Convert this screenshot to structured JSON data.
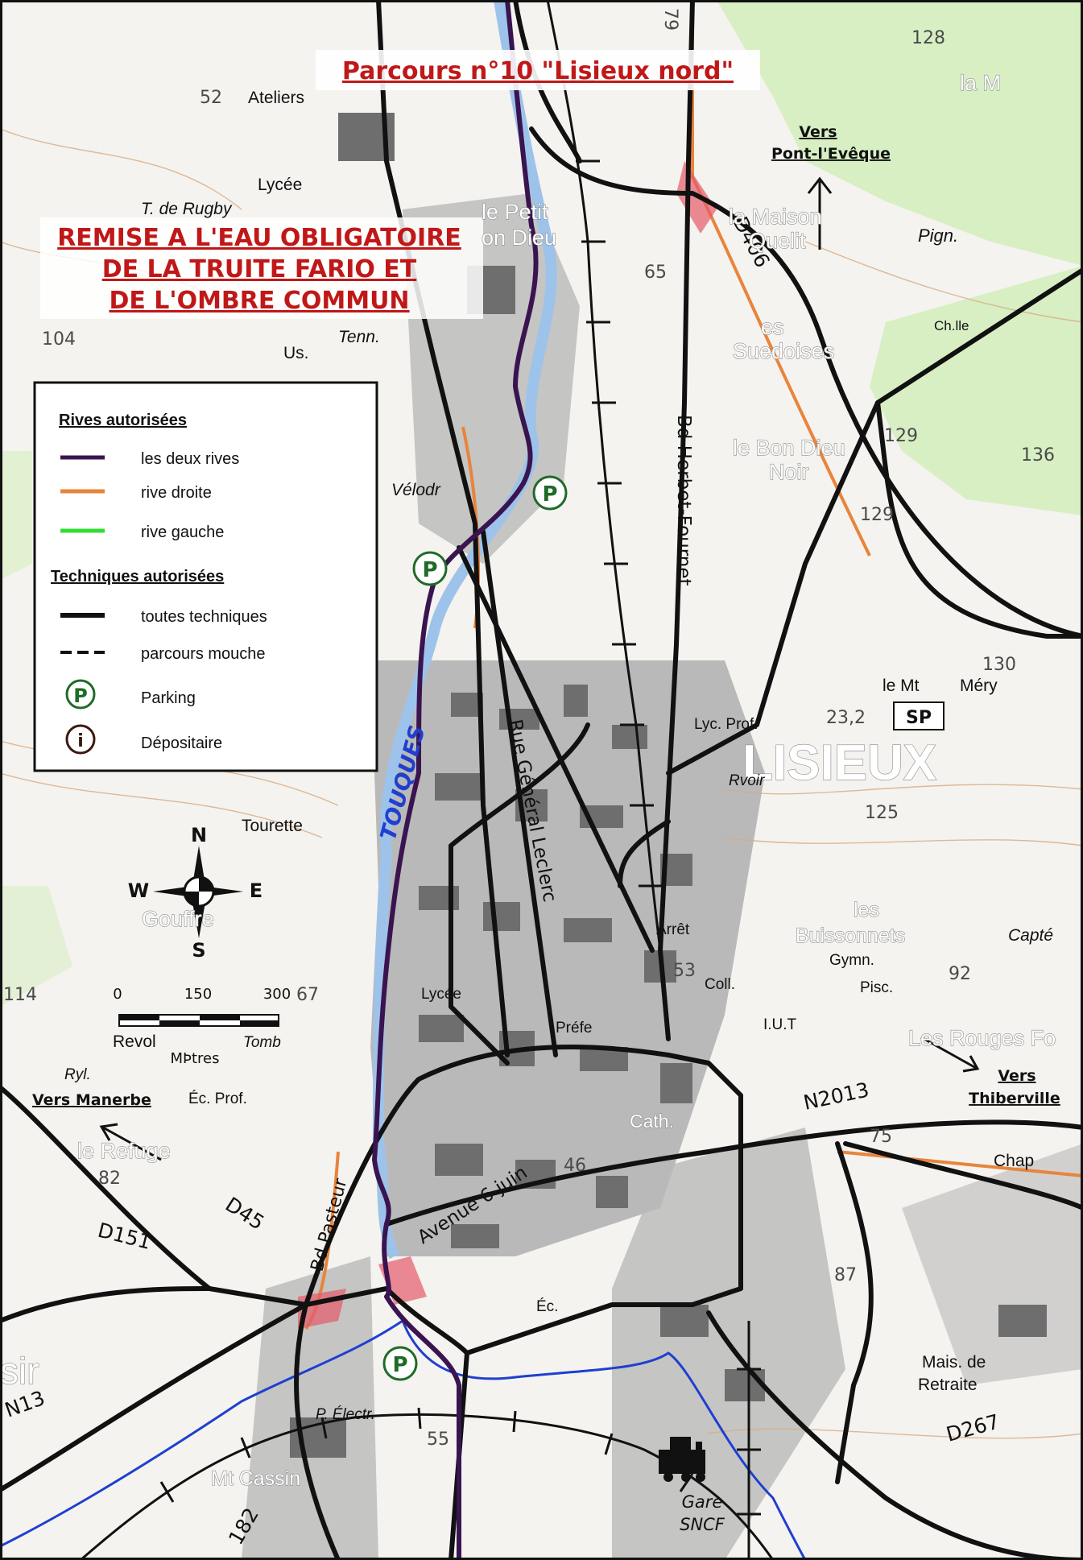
{
  "title": "Parcours n°10 \"Lisieux nord\"",
  "warning": {
    "line1": "REMISE A L'EAU OBLIGATOIRE",
    "line2": "DE LA TRUITE FARIO ET",
    "line3": "DE L'OMBRE COMMUN"
  },
  "legend": {
    "rives_title": "Rives autorisées",
    "deux_rives": "les deux rives",
    "rive_droite": "rive droite",
    "rive_gauche": "rive gauche",
    "techniques_title": "Techniques autorisées",
    "toutes_techniques": "toutes techniques",
    "parcours_mouche": "parcours mouche",
    "parking": "Parking",
    "depositaire": "Dépositaire"
  },
  "colors": {
    "deux_rives": "#3a1450",
    "rive_droite": "#e8843c",
    "rive_gauche": "#33dd33",
    "technique": "#111111",
    "river": "#1f3fd0",
    "title": "#c01818",
    "parking": "#1e6b28",
    "map_bg": "#f4f3ef",
    "town": "#8a8a8a",
    "forest": "#d8efc4"
  },
  "compass": {
    "n": "N",
    "s": "S",
    "e": "E",
    "w": "W"
  },
  "scale": {
    "t0": "0",
    "t1": "150",
    "t2": "300",
    "unit": "MÞtres"
  },
  "directions": {
    "pont_l1": "Vers",
    "pont_l2": "Pont-l'Evêque",
    "manerbe": "Vers Manerbe",
    "thib_l1": "Vers",
    "thib_l2": "Thiberville"
  },
  "streets": {
    "herbet": "Bd Herbet-Fournet",
    "leclerc": "Rue Général Leclerc",
    "pasteur": "Bd Pasteur",
    "avenue": "Avenue 6 juin",
    "touques": "TOUQUES",
    "d406": "D406",
    "n2013": "N2013",
    "d45": "D45",
    "d151": "D151",
    "n13": "N13",
    "d267": "D267",
    "n182": "182"
  },
  "gare": {
    "l1": "Gare",
    "l2": "SNCF"
  },
  "places": {
    "lisieux": "LISIEUX",
    "ateliers": "Ateliers",
    "lycee": "Lycée",
    "rugby": "T. de Rugby",
    "petit": "le Petit",
    "dieu": "on Dieu",
    "maison": "la Maison",
    "quelit": "Quelit",
    "pign": "Pign.",
    "suedoises": "Suedoises",
    "les": "es",
    "bondieu": "le Bon Dieu",
    "noir": "Noir",
    "tenn": "Tenn.",
    "velodr": "Vélodr",
    "lemt": "le Mt",
    "mery": "Méry",
    "sp": "SP",
    "lycprof": "Lyc. Prof.",
    "rvoir": "Rvoir",
    "tourette": "Tourette",
    "gouffre": "Gouffre",
    "les2": "les",
    "buissonnets": "Buissonnets",
    "gymn": "Gymn.",
    "coll": "Coll.",
    "pisc": "Pisc.",
    "iut": "I.U.T",
    "rouges": "Les Rouges Fo",
    "refuge": "le Refuge",
    "ecprof": "Éc. Prof.",
    "cath": "Cath.",
    "chap": "Chap",
    "mais": "Mais. de",
    "retraite": "Retraite",
    "cassin": "Mt Cassin",
    "pelect": "P. Électr.",
    "ec": "Éc.",
    "lycee2": "Lycée",
    "prefe": "Préfe",
    "arret": "Arrêt",
    "chle": "Ch.lle",
    "capte": "Capté",
    "us": "Us.",
    "revol": "Revol",
    "tomb": "Tomb",
    "rylse": "Ryl.",
    "sir": "sir",
    "la_m": "la M"
  },
  "elevations": {
    "e52": "52",
    "e104": "104",
    "e65": "65",
    "e79": "79",
    "e128": "128",
    "e129a": "129",
    "e129b": "129",
    "e136": "136",
    "e130": "130",
    "e232": "23,2",
    "e125": "125",
    "e53": "53",
    "e92": "92",
    "e114": "114",
    "e67": "67",
    "e46": "46",
    "e82": "82",
    "e75": "75",
    "e87": "87",
    "e55": "55"
  }
}
